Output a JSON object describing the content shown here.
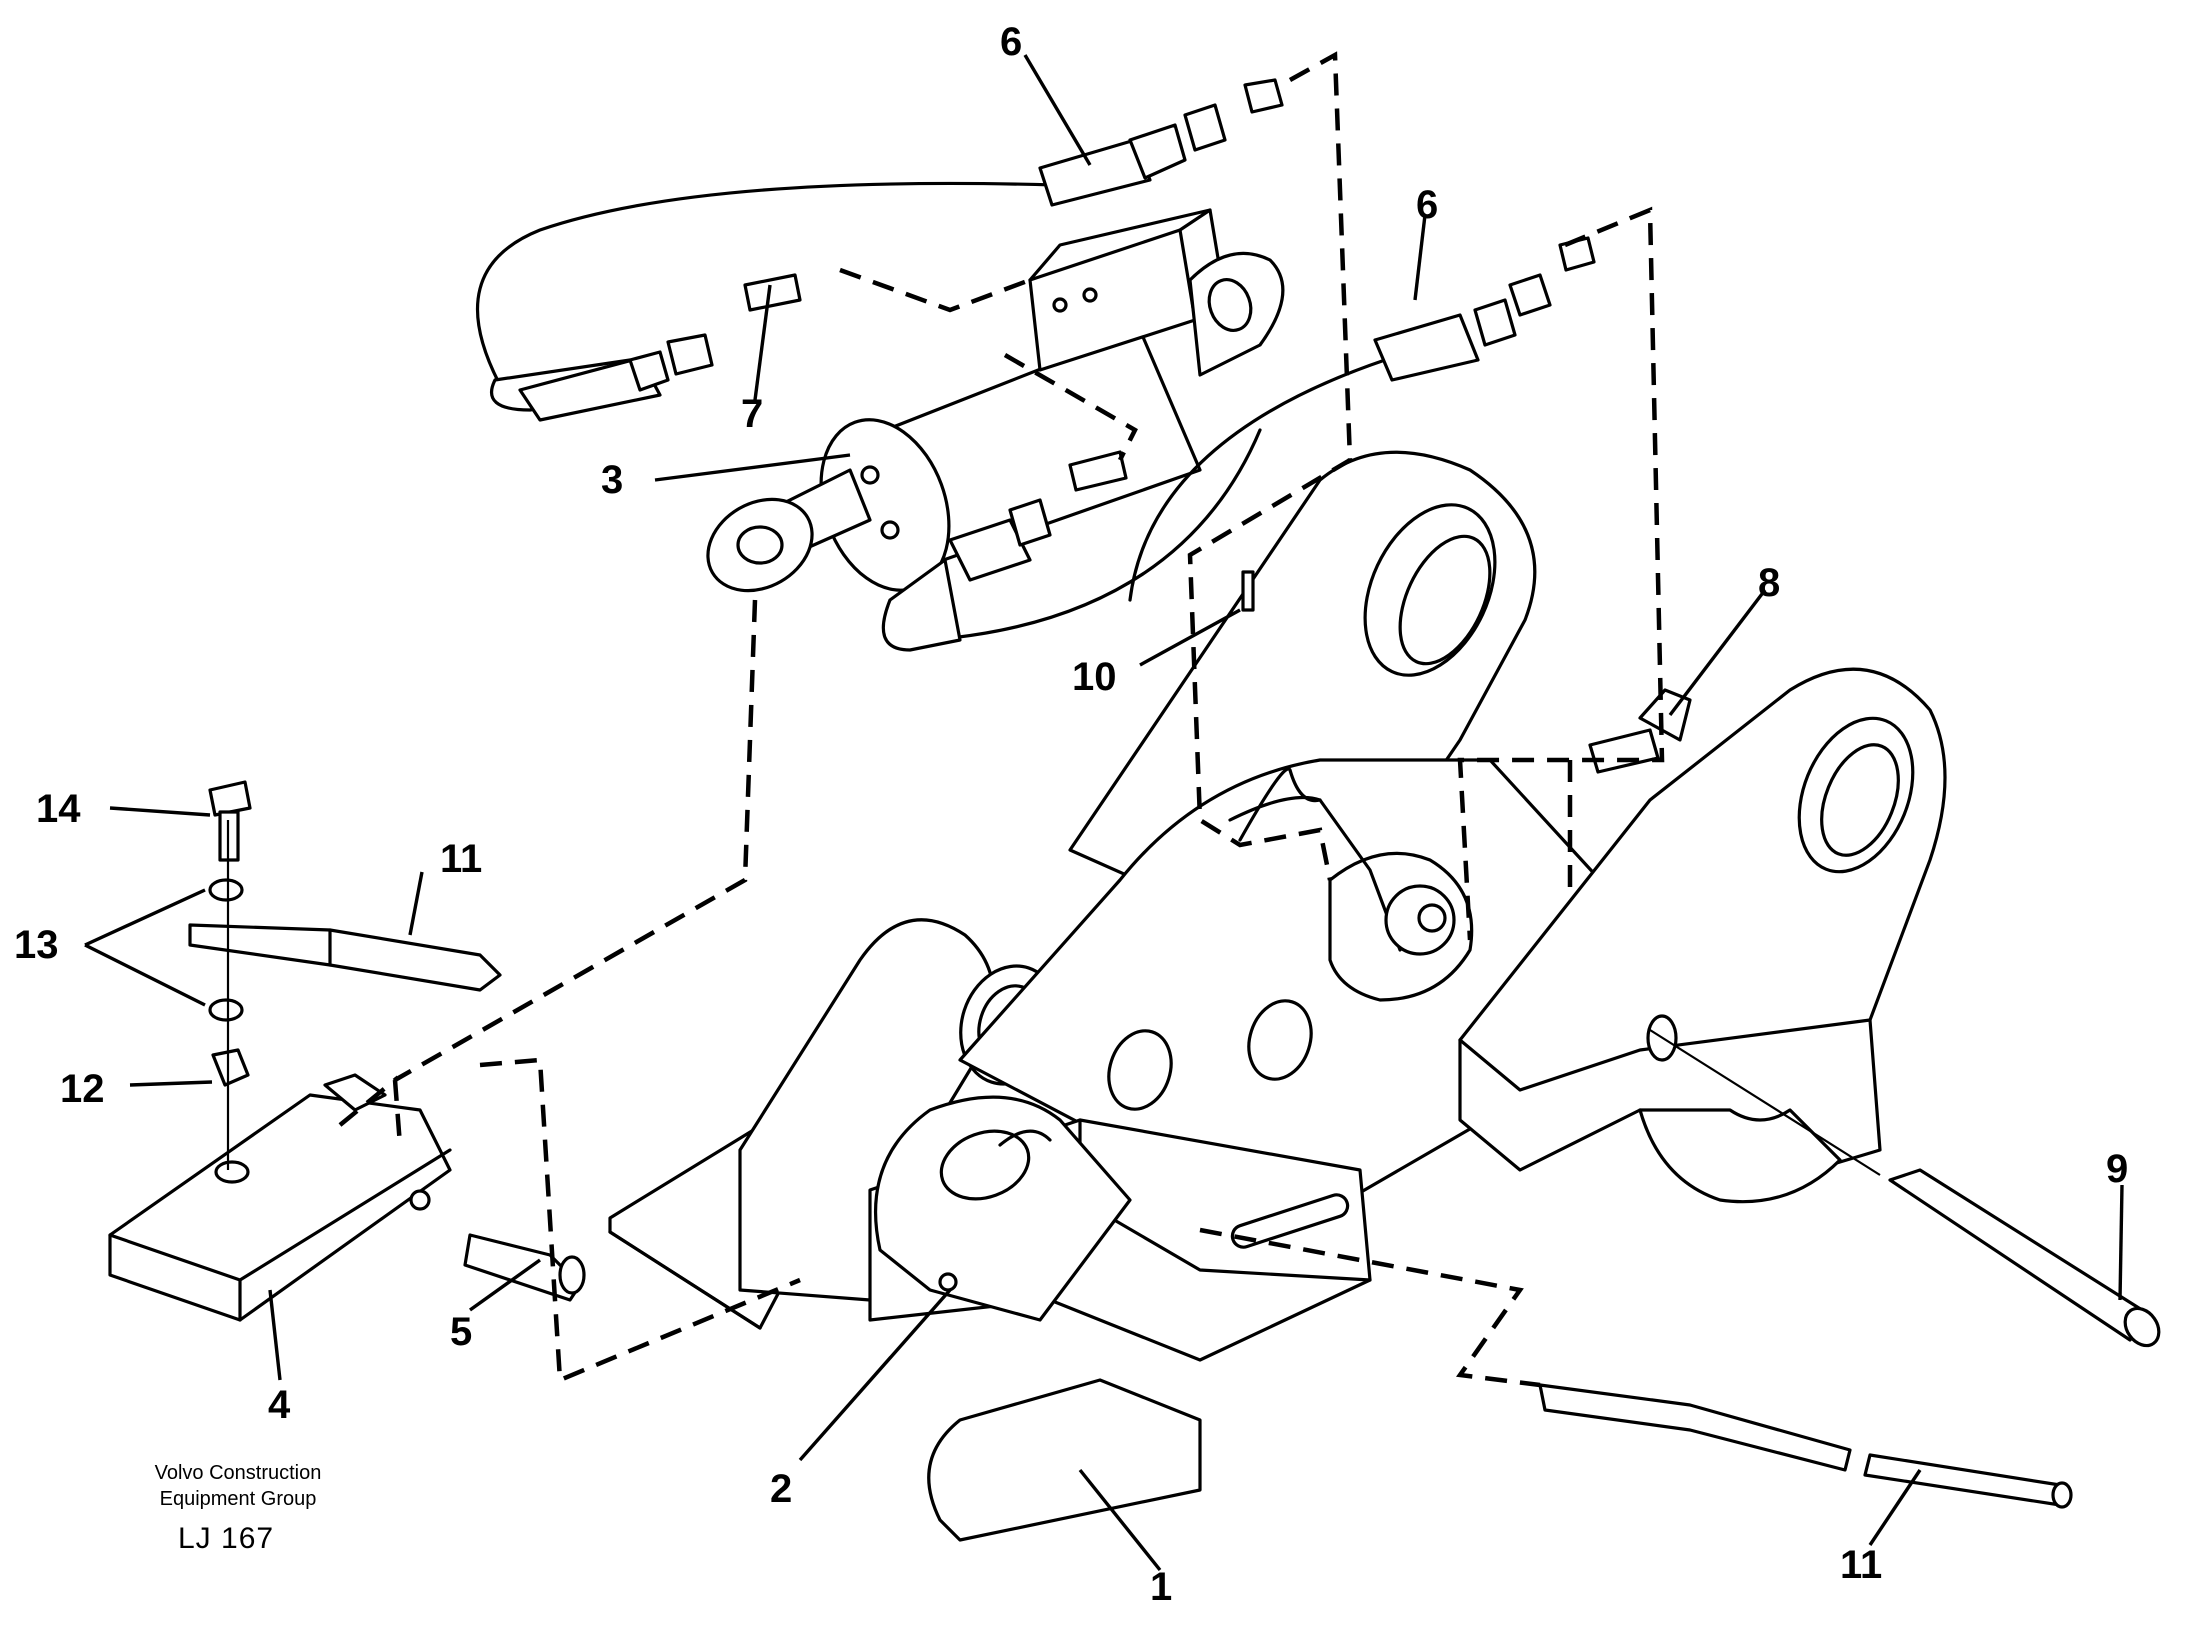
{
  "callouts": [
    "1",
    "2",
    "3",
    "4",
    "5",
    "6",
    "6",
    "7",
    "8",
    "9",
    "10",
    "11",
    "11",
    "12",
    "13",
    "14"
  ],
  "footer": {
    "company_line1": "Volvo Construction",
    "company_line2": "Equipment Group",
    "figure_code": "LJ 167"
  }
}
